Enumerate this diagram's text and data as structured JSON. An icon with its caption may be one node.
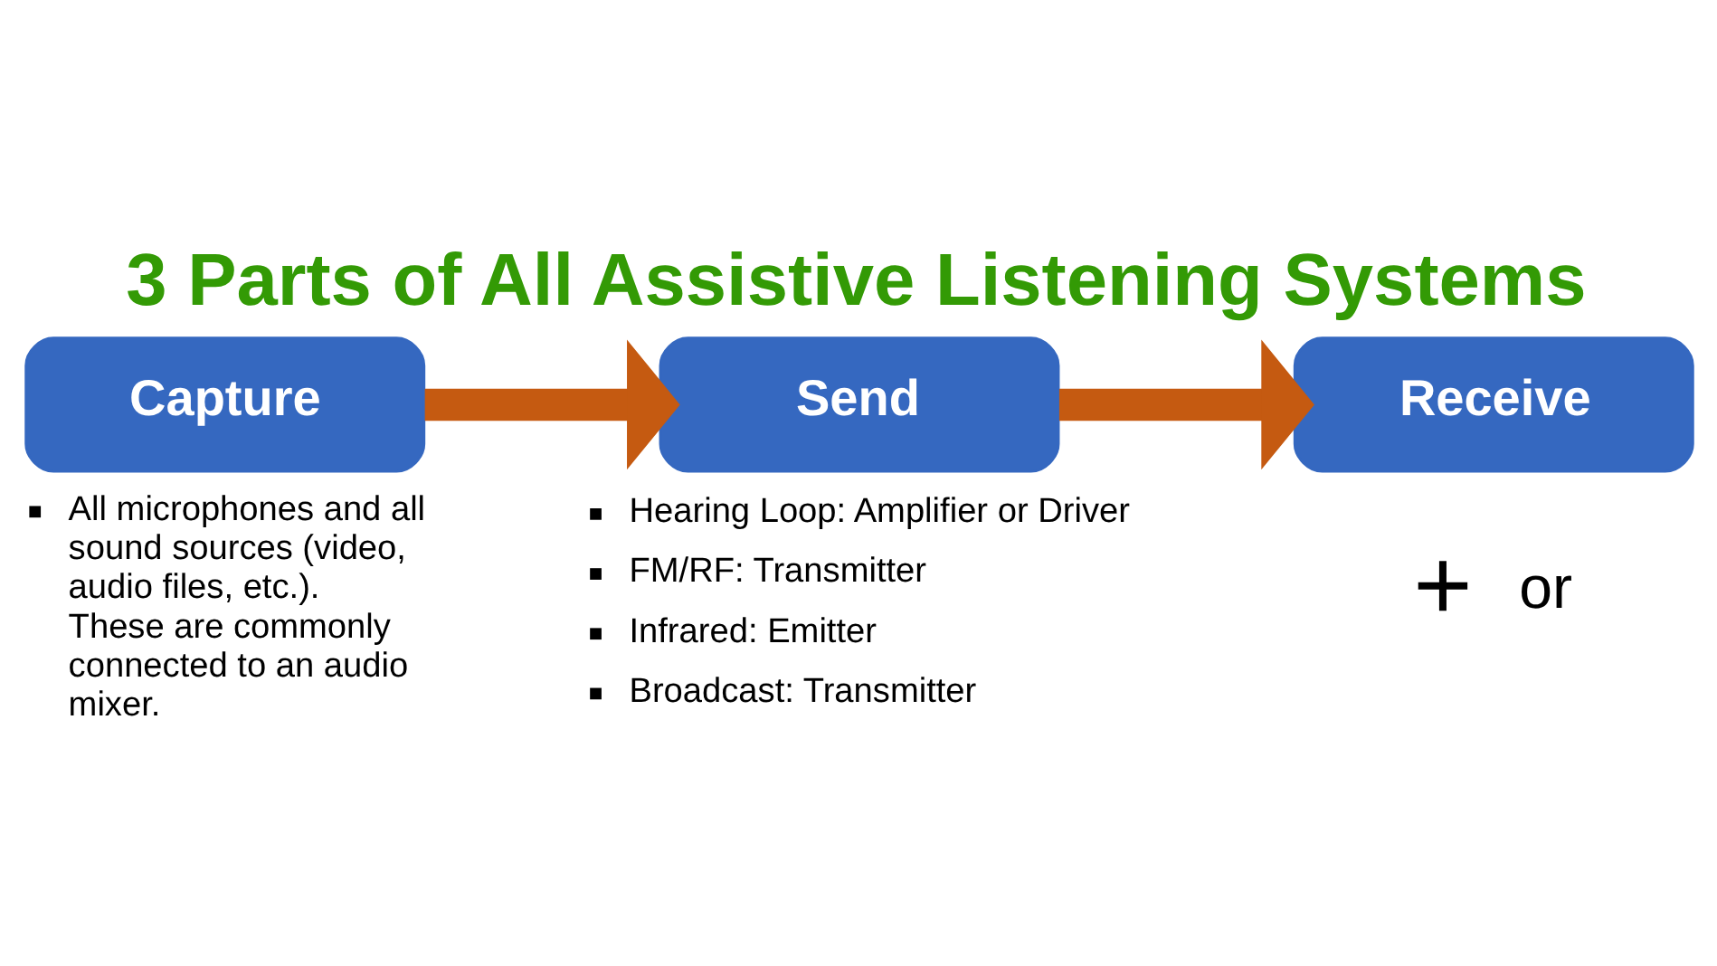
{
  "diagram": {
    "title": "3 Parts of All Assistive Listening Systems",
    "nodes": [
      {
        "text": [
          "Capture"
        ],
        "beside": [
          "All microphones and all sound sources (video, audio files, etc.). These are commonly connected to an audio mixer."
        ]
      },
      {
        "text": [
          "Send"
        ],
        "beside": [
          "Hearing Loop: Amplifier or Driver",
          "FM/RF: Transmitter",
          "Infrared: Emitter",
          "Broadcast: Transmitter"
        ]
      },
      {
        "text": [
          "Receive"
        ],
        "beside": [
          "+",
          "or"
        ]
      }
    ],
    "edges": [
      {
        "from": 0,
        "to": 1,
        "arrow": "to"
      },
      {
        "from": 1,
        "to": 2,
        "arrow": "to"
      }
    ]
  }
}
